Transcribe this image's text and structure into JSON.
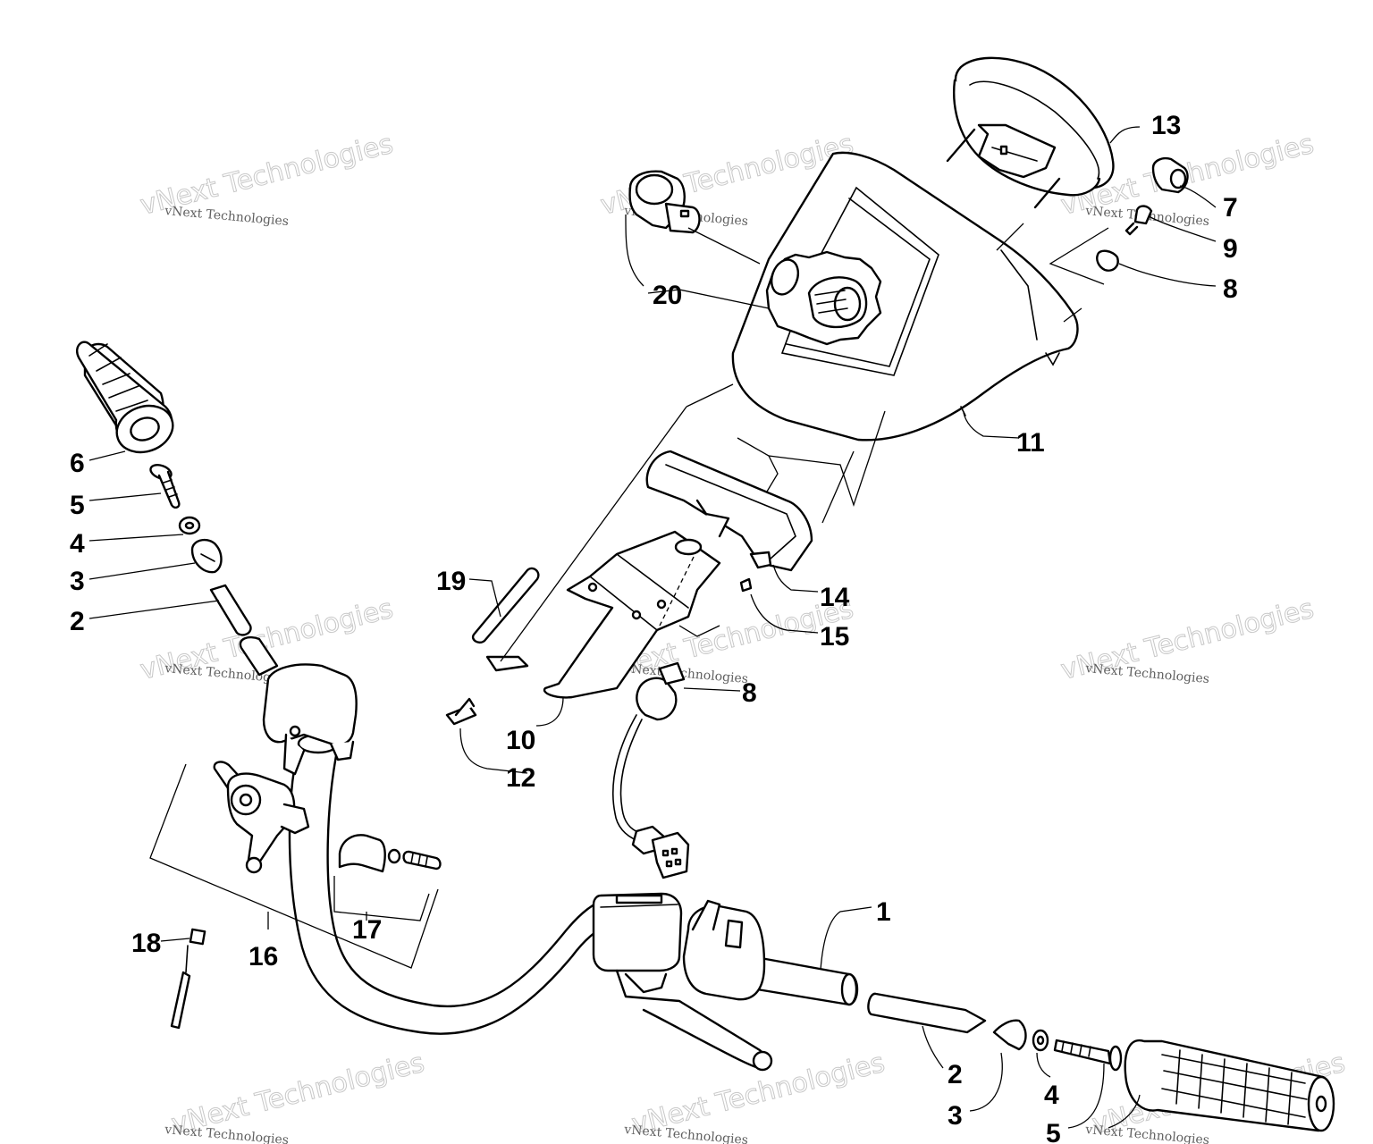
{
  "diagram": {
    "callouts": {
      "c1": "1",
      "c2_left": "2",
      "c2_right": "2",
      "c3_left": "3",
      "c3_right": "3",
      "c4_left": "4",
      "c4_right": "4",
      "c5_left": "5",
      "c5_right": "5",
      "c6": "6",
      "c7": "7",
      "c8_top": "8",
      "c8_mid": "8",
      "c9": "9",
      "c10": "10",
      "c11": "11",
      "c12": "12",
      "c13": "13",
      "c14": "14",
      "c15": "15",
      "c16": "16",
      "c17": "17",
      "c18": "18",
      "c19": "19",
      "c20": "20"
    },
    "watermark": {
      "large": "vNext Technologies",
      "small": "vNext Technologies"
    }
  }
}
